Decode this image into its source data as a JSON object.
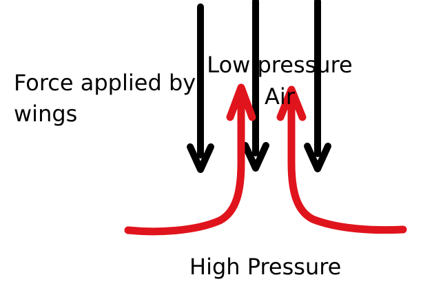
{
  "diagram": {
    "labels": {
      "force": "Force applied by wings",
      "low_pressure": "Low pressure Air",
      "high_pressure": "High Pressure"
    },
    "colors": {
      "downward_arrows": "#000000",
      "airflow_arrows": "#e0141c",
      "text": "#000000",
      "background": "#ffffff"
    },
    "elements": {
      "downward_force_arrows": 3,
      "upward_airflow_arrows": 2
    }
  }
}
